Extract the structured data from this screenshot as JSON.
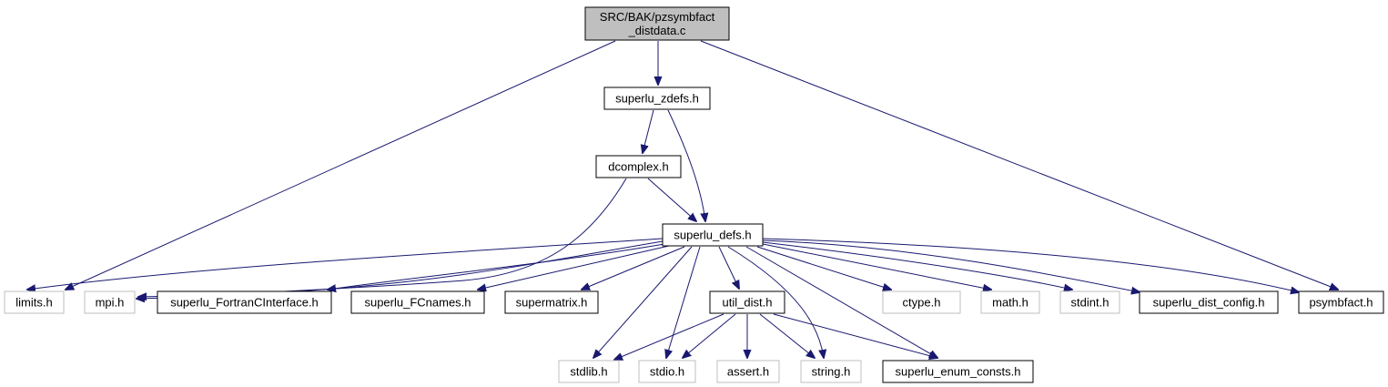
{
  "diagram": {
    "type": "include-dependency-graph",
    "colors": {
      "edge": "#191970",
      "root_fill": "#bfbfbf",
      "internal_border": "#000000",
      "external_border": "#bfbfbf",
      "external_text": "#808080"
    },
    "nodes": [
      {
        "id": "root",
        "label_lines": [
          "SRC/BAK/pzsymbfact",
          "_distdata.c"
        ],
        "kind": "root"
      },
      {
        "id": "zdefs",
        "label_lines": [
          "superlu_zdefs.h"
        ],
        "kind": "internal"
      },
      {
        "id": "dcomplex",
        "label_lines": [
          "dcomplex.h"
        ],
        "kind": "internal"
      },
      {
        "id": "defs",
        "label_lines": [
          "superlu_defs.h"
        ],
        "kind": "internal"
      },
      {
        "id": "limits",
        "label_lines": [
          "limits.h"
        ],
        "kind": "external"
      },
      {
        "id": "mpi",
        "label_lines": [
          "mpi.h"
        ],
        "kind": "external"
      },
      {
        "id": "fci",
        "label_lines": [
          "superlu_FortranCInterface.h"
        ],
        "kind": "internal"
      },
      {
        "id": "fcn",
        "label_lines": [
          "superlu_FCnames.h"
        ],
        "kind": "internal"
      },
      {
        "id": "smat",
        "label_lines": [
          "supermatrix.h"
        ],
        "kind": "internal"
      },
      {
        "id": "util",
        "label_lines": [
          "util_dist.h"
        ],
        "kind": "internal"
      },
      {
        "id": "ctype",
        "label_lines": [
          "ctype.h"
        ],
        "kind": "external"
      },
      {
        "id": "math",
        "label_lines": [
          "math.h"
        ],
        "kind": "external"
      },
      {
        "id": "stdint",
        "label_lines": [
          "stdint.h"
        ],
        "kind": "external"
      },
      {
        "id": "config",
        "label_lines": [
          "superlu_dist_config.h"
        ],
        "kind": "internal"
      },
      {
        "id": "psymb",
        "label_lines": [
          "psymbfact.h"
        ],
        "kind": "internal"
      },
      {
        "id": "stdlib",
        "label_lines": [
          "stdlib.h"
        ],
        "kind": "external"
      },
      {
        "id": "stdio",
        "label_lines": [
          "stdio.h"
        ],
        "kind": "external"
      },
      {
        "id": "assert",
        "label_lines": [
          "assert.h"
        ],
        "kind": "external"
      },
      {
        "id": "string",
        "label_lines": [
          "string.h"
        ],
        "kind": "external"
      },
      {
        "id": "enum",
        "label_lines": [
          "superlu_enum_consts.h"
        ],
        "kind": "internal"
      }
    ],
    "edges": [
      {
        "from": "root",
        "to": "zdefs"
      },
      {
        "from": "root",
        "to": "limits"
      },
      {
        "from": "root",
        "to": "psymb"
      },
      {
        "from": "zdefs",
        "to": "dcomplex"
      },
      {
        "from": "zdefs",
        "to": "defs"
      },
      {
        "from": "dcomplex",
        "to": "defs"
      },
      {
        "from": "dcomplex",
        "to": "mpi"
      },
      {
        "from": "defs",
        "to": "limits"
      },
      {
        "from": "defs",
        "to": "mpi"
      },
      {
        "from": "defs",
        "to": "fci"
      },
      {
        "from": "defs",
        "to": "fcn"
      },
      {
        "from": "defs",
        "to": "smat"
      },
      {
        "from": "defs",
        "to": "util"
      },
      {
        "from": "defs",
        "to": "ctype"
      },
      {
        "from": "defs",
        "to": "math"
      },
      {
        "from": "defs",
        "to": "stdint"
      },
      {
        "from": "defs",
        "to": "config"
      },
      {
        "from": "defs",
        "to": "psymb"
      },
      {
        "from": "defs",
        "to": "stdlib"
      },
      {
        "from": "defs",
        "to": "stdio"
      },
      {
        "from": "defs",
        "to": "string"
      },
      {
        "from": "defs",
        "to": "enum"
      },
      {
        "from": "util",
        "to": "stdlib"
      },
      {
        "from": "util",
        "to": "stdio"
      },
      {
        "from": "util",
        "to": "assert"
      },
      {
        "from": "util",
        "to": "string"
      },
      {
        "from": "util",
        "to": "enum"
      }
    ]
  }
}
